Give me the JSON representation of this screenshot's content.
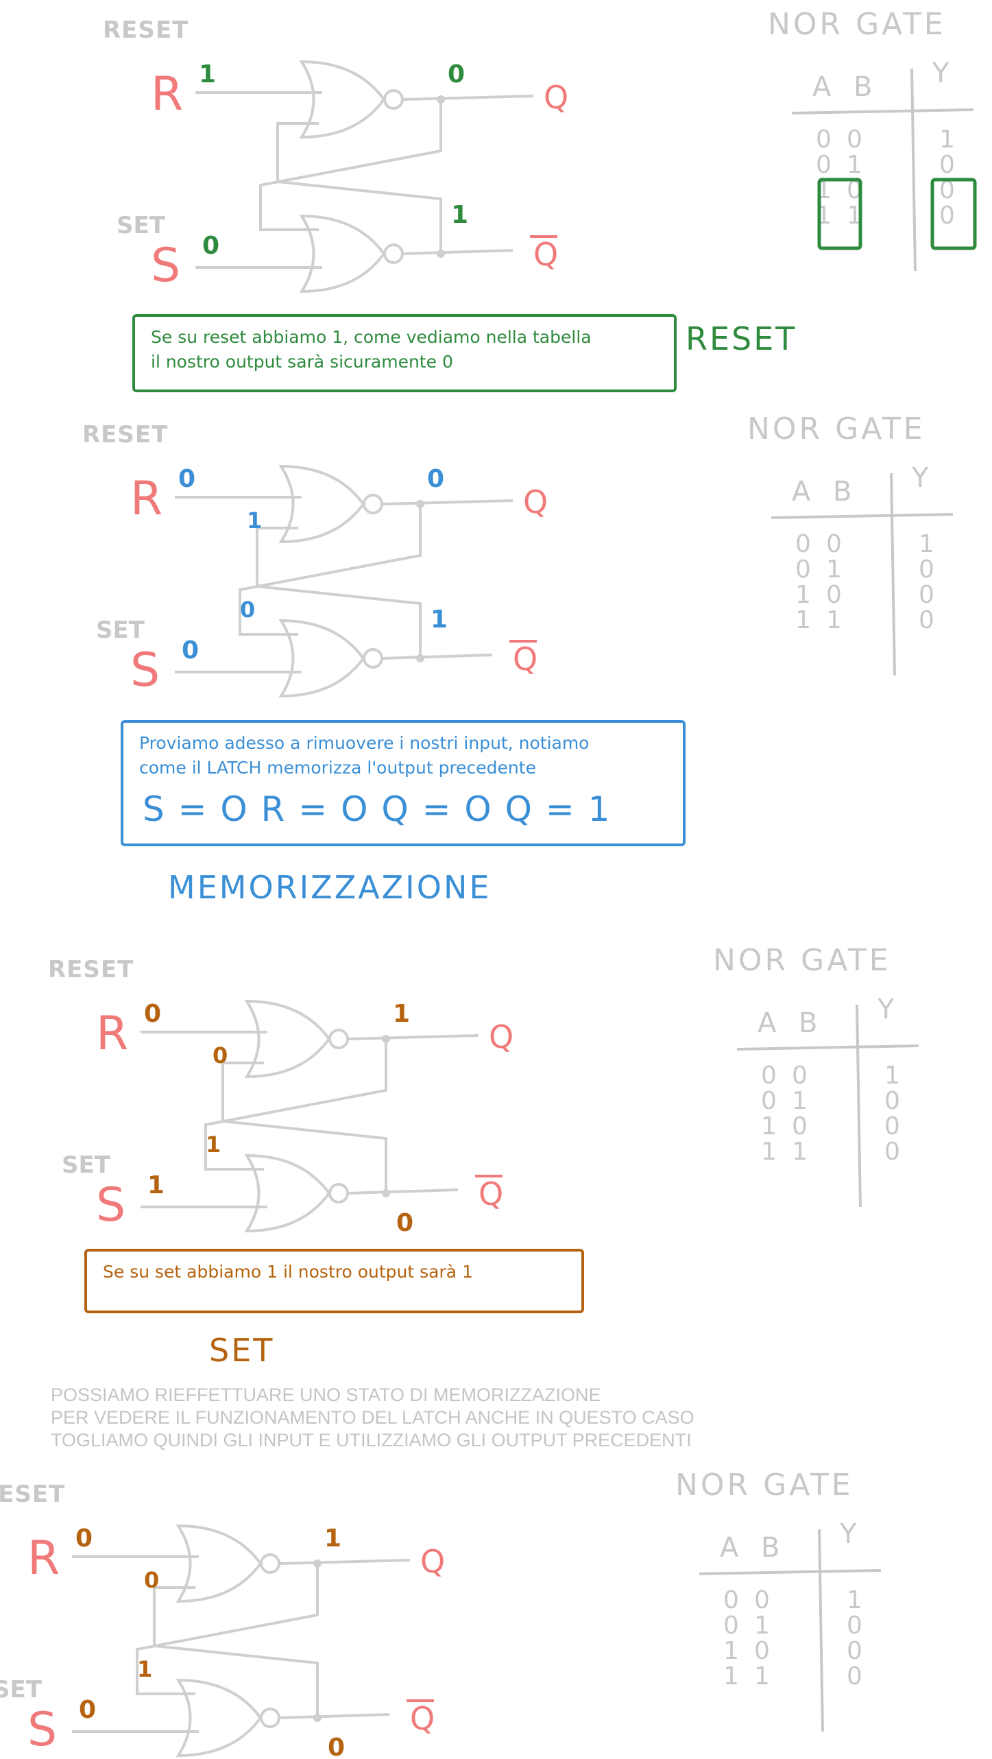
{
  "colors": {
    "wire": "#cfcfcf",
    "label_red": "#f07a7a",
    "green": "#2e8b3e",
    "blue": "#3a8fd6",
    "orange": "#b5630f",
    "table_gray": "#c8c8c8"
  },
  "panels": [
    {
      "id": "reset",
      "color": "#2e8b3e",
      "reset_label": "RESET",
      "set_label": "SET",
      "r_label": "R",
      "s_label": "S",
      "q_label": "Q",
      "qbar_label": "Q",
      "r_in": "1",
      "s_in": "0",
      "q_out": "0",
      "qbar_out": "1",
      "fb_top": "",
      "fb_bot": "",
      "note_lines": [
        "Se su reset abbiamo 1, come vediamo nella tabella",
        "il nostro output sarà sicuramente 0"
      ],
      "formula": "",
      "caption": "RESET"
    },
    {
      "id": "memo",
      "color": "#3a8fd6",
      "reset_label": "RESET",
      "set_label": "SET",
      "r_label": "R",
      "s_label": "S",
      "q_label": "Q",
      "qbar_label": "Q",
      "r_in": "0",
      "s_in": "0",
      "q_out": "0",
      "qbar_out": "1",
      "fb_top": "1",
      "fb_bot": "0",
      "note_lines": [
        "Proviamo adesso a rimuovere i nostri input, notiamo",
        "come il LATCH memorizza l'output precedente"
      ],
      "formula": "S = O   R = O     Q = O  Q = 1",
      "caption": "MEMORIZZAZIONE"
    },
    {
      "id": "set",
      "color": "#b5630f",
      "reset_label": "RESET",
      "set_label": "SET",
      "r_label": "R",
      "s_label": "S",
      "q_label": "Q",
      "qbar_label": "Q",
      "r_in": "0",
      "s_in": "1",
      "q_out": "1",
      "qbar_out": "0",
      "fb_top": "0",
      "fb_bot": "1",
      "note_lines": [
        "Se su set abbiamo 1 il nostro output sarà 1"
      ],
      "formula": "",
      "caption": "SET"
    },
    {
      "id": "memo2",
      "color": "#b5630f",
      "reset_label": "RESET",
      "set_label": "SET",
      "r_label": "R",
      "s_label": "S",
      "q_label": "Q",
      "qbar_label": "Q",
      "r_in": "0",
      "s_in": "0",
      "q_out": "1",
      "qbar_out": "0",
      "fb_top": "0",
      "fb_bot": "1",
      "note_lines": [],
      "formula": "",
      "caption": ""
    }
  ],
  "nor_table": {
    "title": "NOR GATE",
    "headers": [
      "A",
      "B",
      "Y"
    ],
    "rows": [
      [
        "0",
        "0",
        "1"
      ],
      [
        "0",
        "1",
        "0"
      ],
      [
        "1",
        "0",
        "0"
      ],
      [
        "1",
        "1",
        "0"
      ]
    ]
  },
  "gray_note": [
    "POSSIAMO RIEFFETTUARE UNO STATO DI MEMORIZZAZIONE",
    "PER VEDERE IL FUNZIONAMENTO DEL LATCH ANCHE IN QUESTO CASO",
    "TOGLIAMO QUINDI GLI INPUT E UTILIZZIAMO GLI OUTPUT PRECEDENTI"
  ]
}
